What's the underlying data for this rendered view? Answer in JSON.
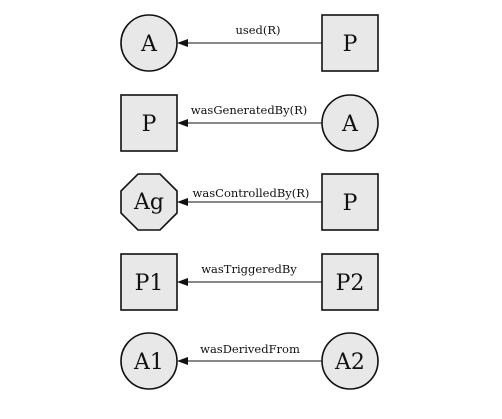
{
  "rows": [
    {
      "left": {
        "shape": "circle",
        "label": "A"
      },
      "right": {
        "shape": "square",
        "label": "P"
      },
      "edge": {
        "label": "used(R)"
      }
    },
    {
      "left": {
        "shape": "square",
        "label": "P"
      },
      "right": {
        "shape": "circle",
        "label": "A"
      },
      "edge": {
        "label": "wasGeneratedBy(R)"
      }
    },
    {
      "left": {
        "shape": "octagon",
        "label": "Ag"
      },
      "right": {
        "shape": "square",
        "label": "P"
      },
      "edge": {
        "label": "wasControlledBy(R)"
      }
    },
    {
      "left": {
        "shape": "square",
        "label": "P1"
      },
      "right": {
        "shape": "square",
        "label": "P2"
      },
      "edge": {
        "label": "wasTriggeredBy"
      }
    },
    {
      "left": {
        "shape": "circle",
        "label": "A1"
      },
      "right": {
        "shape": "circle",
        "label": "A2"
      },
      "edge": {
        "label": "wasDerivedFrom"
      }
    }
  ],
  "colors": {
    "node_fill": "#e8e8e8",
    "stroke": "#111111"
  }
}
